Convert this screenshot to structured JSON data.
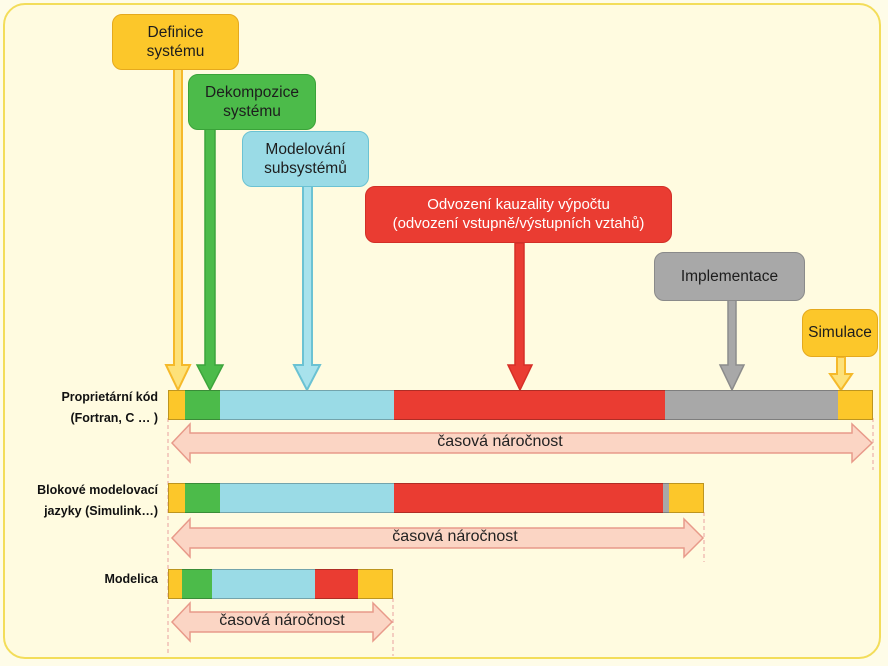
{
  "phases": {
    "definice": {
      "line1": "Definice",
      "line2": "systému"
    },
    "dekompozice": {
      "line1": "Dekompozice",
      "line2": "systému"
    },
    "modelovani": {
      "line1": "Modelování",
      "line2": "subsystémů"
    },
    "odvozeni": {
      "line1": "Odvození kauzality výpočtu",
      "line2": "(odvození vstupně/výstupních vztahů)"
    },
    "implementace": {
      "label": "Implementace"
    },
    "simulace": {
      "label": "Simulace"
    }
  },
  "rows": [
    {
      "label1": "Proprietární kód",
      "label2": "(Fortran, C … )",
      "duration": "časová náročnost"
    },
    {
      "label1": "Blokové modelovací",
      "label2": "jazyky (Simulink…)",
      "duration": "časová náročnost"
    },
    {
      "label1": "Modelica",
      "duration": "časová náročnost"
    }
  ],
  "colors": {
    "yellow": "#fcc72a",
    "green": "#4cbb4a",
    "cyan": "#9adbe6",
    "red": "#ea3c32",
    "gray": "#a8a8a8",
    "salmon": "#fbd5c4",
    "frame": "#f3dd5a"
  }
}
